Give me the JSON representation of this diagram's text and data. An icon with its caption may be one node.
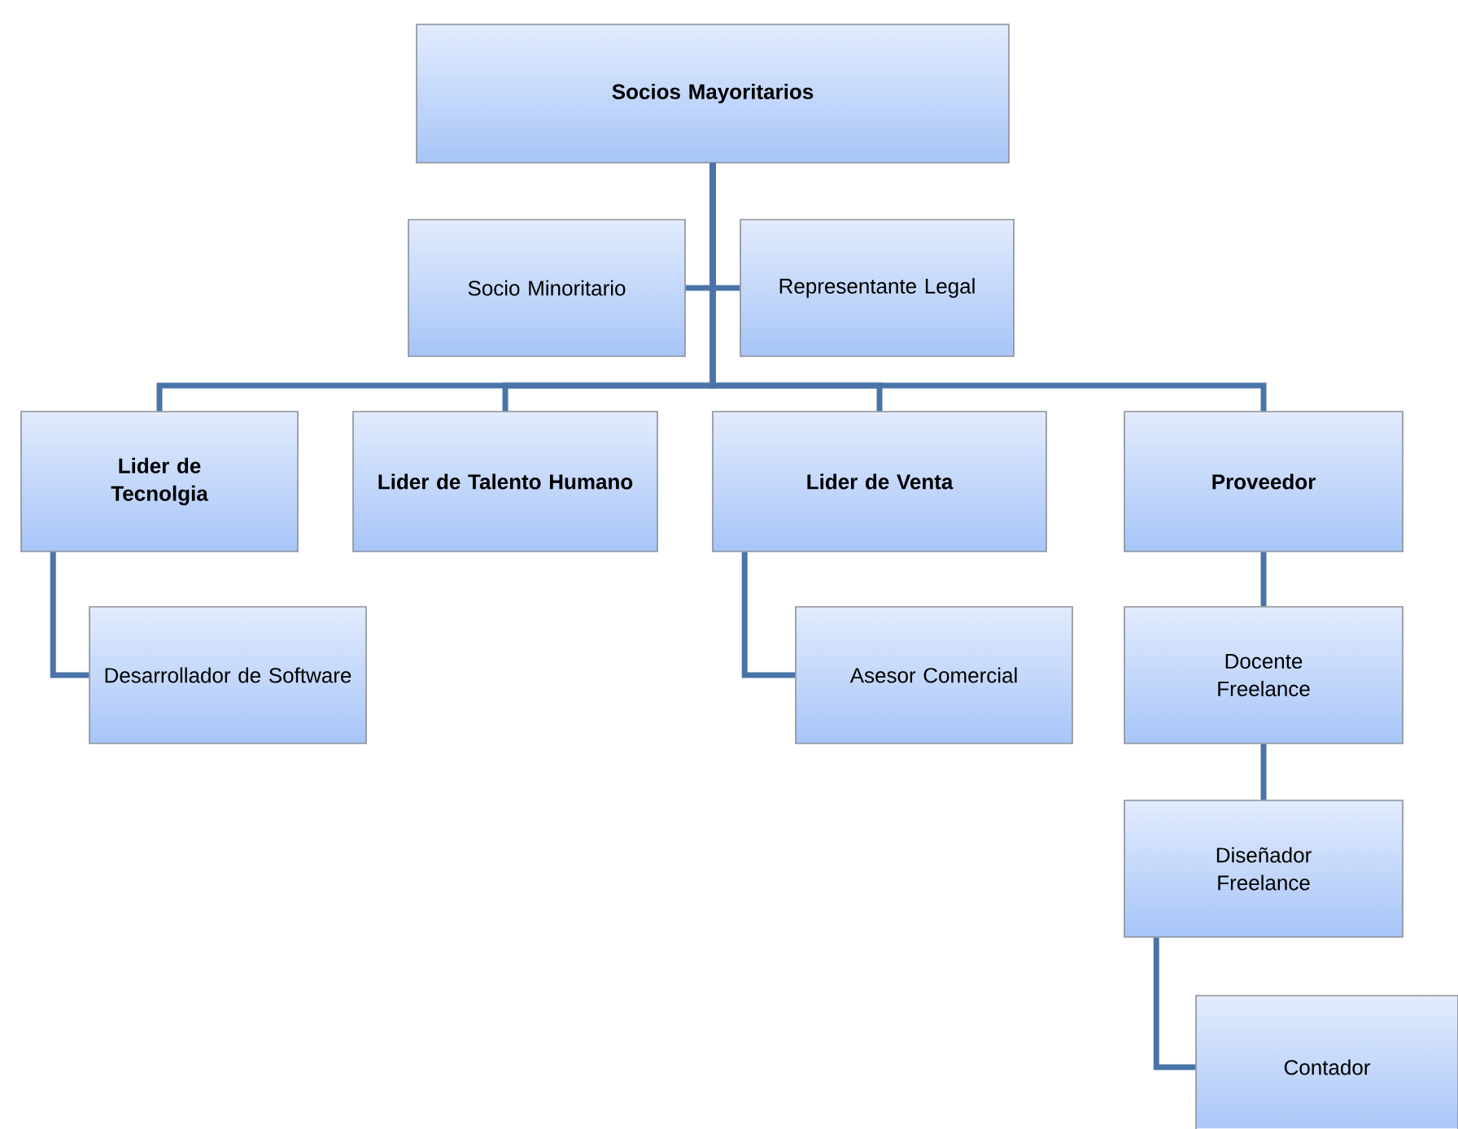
{
  "diagram": {
    "nodes": [
      {
        "text": [
          "Socios Mayoritarios"
        ]
      },
      {
        "text": [
          "Socio Minoritario"
        ]
      },
      {
        "text": [
          "Representante Legal"
        ]
      },
      {
        "text": [
          "Lider de Tecnolgia"
        ]
      },
      {
        "text": [
          "Lider de Talento Humano"
        ]
      },
      {
        "text": [
          "Lider de Venta"
        ]
      },
      {
        "text": [
          "Proveedor"
        ]
      },
      {
        "text": [
          "Desarrollador de Software"
        ]
      },
      {
        "text": [
          "Asesor Comercial"
        ]
      },
      {
        "text": [
          "Docente Freelance"
        ]
      },
      {
        "text": [
          "Diseñador Freelance"
        ]
      },
      {
        "text": [
          "Contador"
        ]
      }
    ],
    "edges": [
      {
        "from": 0,
        "to": 1,
        "arrow": "none"
      },
      {
        "from": 0,
        "to": 2,
        "arrow": "none"
      },
      {
        "from": 0,
        "to": 3,
        "arrow": "none"
      },
      {
        "from": 0,
        "to": 4,
        "arrow": "none"
      },
      {
        "from": 0,
        "to": 5,
        "arrow": "none"
      },
      {
        "from": 0,
        "to": 6,
        "arrow": "none"
      },
      {
        "from": 3,
        "to": 7,
        "arrow": "none"
      },
      {
        "from": 5,
        "to": 8,
        "arrow": "none"
      },
      {
        "from": 6,
        "to": 9,
        "arrow": "none"
      },
      {
        "from": 9,
        "to": 10,
        "arrow": "none"
      },
      {
        "from": 10,
        "to": 11,
        "arrow": "none"
      }
    ]
  }
}
